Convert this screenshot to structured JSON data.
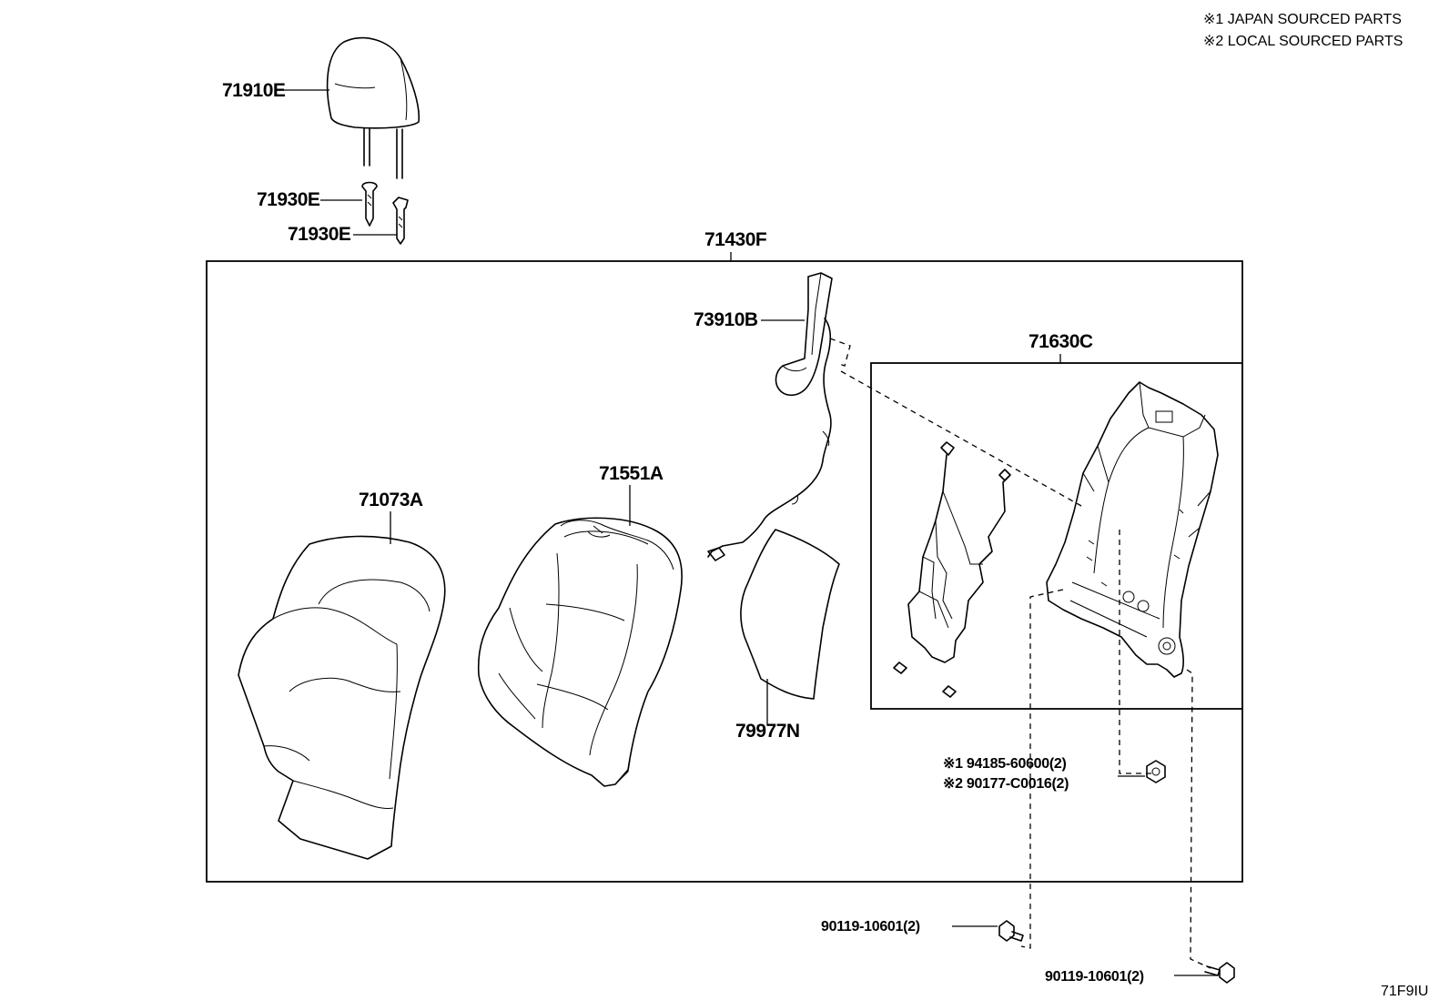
{
  "notes": {
    "japan": "※1 JAPAN SOURCED PARTS",
    "local": "※2 LOCAL SOURCED PARTS"
  },
  "diagram_code": "71F9IU",
  "parts": {
    "headrest": "71910E",
    "headrest_support_1": "71930E",
    "headrest_support_2": "71930E",
    "seatback_assembly": "71430F",
    "airbag_assembly": "73910B",
    "seatback_frame": "71630C",
    "seatback_cover": "71073A",
    "seatback_pad": "71551A",
    "seat_pad_sheet": "79977N",
    "nut_japan": "※1 94185-60600(2)",
    "nut_local": "※2 90177-C0016(2)",
    "bolt_left": "90119-10601(2)",
    "bolt_right": "90119-10601(2)"
  }
}
